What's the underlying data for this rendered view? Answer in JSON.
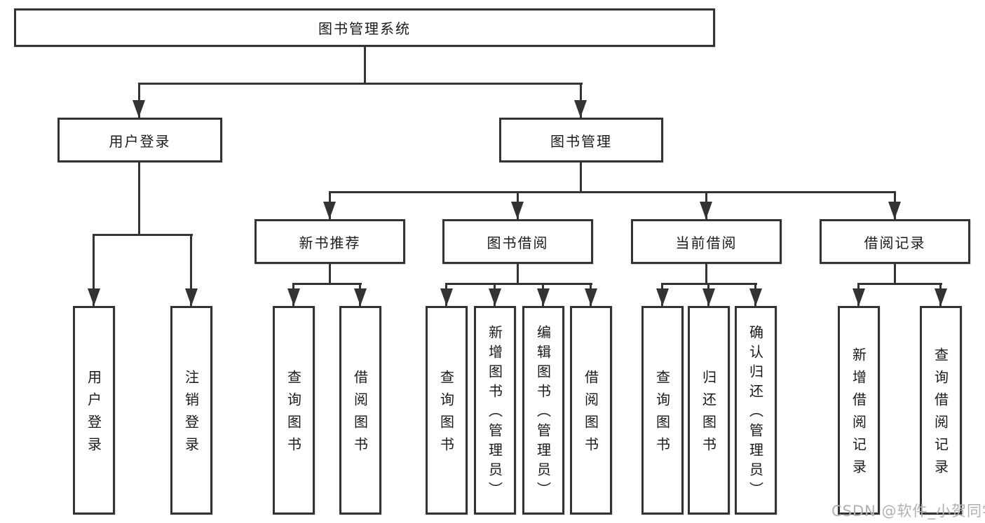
{
  "diagram": {
    "root": {
      "label": "图书管理系统"
    },
    "level2": [
      {
        "label": "用户登录"
      },
      {
        "label": "图书管理"
      }
    ],
    "level3": [
      {
        "label": "新书推荐"
      },
      {
        "label": "图书借阅"
      },
      {
        "label": "当前借阅"
      },
      {
        "label": "借阅记录"
      }
    ],
    "leaves": {
      "user_login": [
        "用户登录",
        "注销登录"
      ],
      "new_book_recommend": [
        "查询图书",
        "借阅图书"
      ],
      "book_borrowing": [
        "查询图书",
        "新增图书（管理员）",
        "编辑图书（管理员）",
        "借阅图书"
      ],
      "current_borrowing": [
        "查询图书",
        "归还图书",
        "确认归还（管理员）"
      ],
      "borrow_records": [
        "新增借阅记录",
        "查询借阅记录"
      ]
    }
  },
  "watermark": {
    "text": "CSDN @软件_小贺同学"
  },
  "colors": {
    "line": "#333333",
    "box_background": "#ffffff",
    "text": "#1a1a1a",
    "watermark": "#b1afb5"
  }
}
